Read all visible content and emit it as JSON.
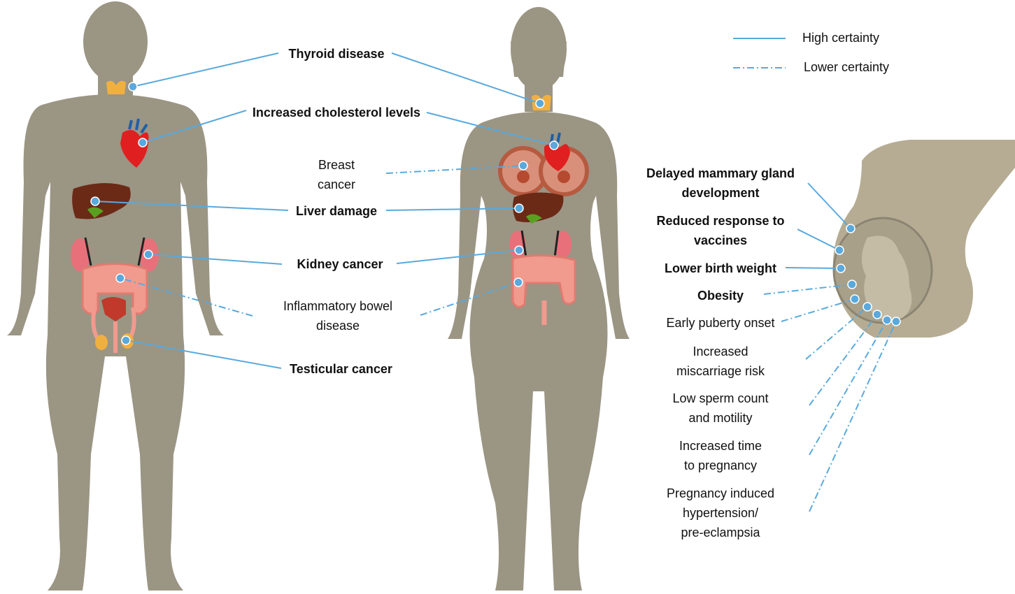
{
  "legend": {
    "high_label": "High certainty",
    "low_label": "Lower certainty",
    "line_color": "#5aa9dc"
  },
  "colors": {
    "body": "#9b9584",
    "pregnant_body": "#b6ac93",
    "line": "#5aa9dc",
    "dot": "#5aa9dc",
    "heart": "#e02020",
    "liver": "#6b2a16",
    "kidney": "#e8707a",
    "intestine": "#f19a8e",
    "thyroid": "#f0b040"
  },
  "labels": {
    "thyroid": "Thyroid disease",
    "cholesterol": "Increased cholesterol levels",
    "breast": "Breast\ncancer",
    "liver": "Liver damage",
    "kidney": "Kidney cancer",
    "ibd": "Inflammatory bowel\ndisease",
    "testicular": "Testicular cancer",
    "mammary": "Delayed mammary gland\ndevelopment",
    "vaccines": "Reduced response to\nvaccines",
    "birth_weight": "Lower birth weight",
    "obesity": "Obesity",
    "puberty": "Early puberty onset",
    "miscarriage": "Increased\nmiscarriage risk",
    "sperm": "Low sperm count\nand motility",
    "pregnancy_time": "Increased time\nto pregnancy",
    "hypertension": "Pregnancy induced\nhypertension/\npre-eclampsia"
  }
}
